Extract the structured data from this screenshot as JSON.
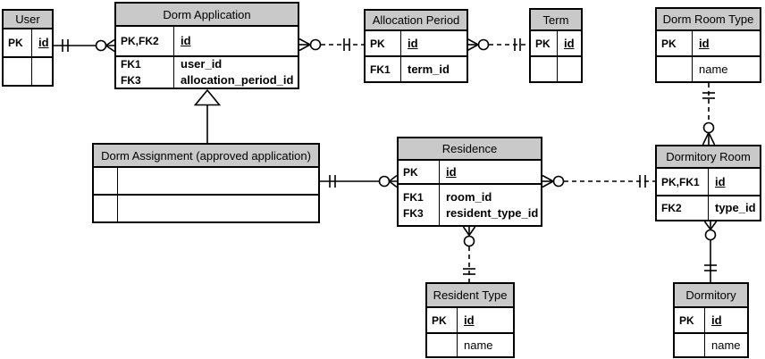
{
  "diagram_type": "entity-relationship-diagram",
  "notation": "crow's foot",
  "colors": {
    "header_fill": "#c9c9c9",
    "border": "#000000",
    "canvas": "#ffffff"
  },
  "entities": {
    "user": {
      "title": "User",
      "pk": {
        "key": "PK",
        "field": "id"
      },
      "attrs": [
        {
          "key": "",
          "field": ""
        }
      ]
    },
    "dorm_application": {
      "title": "Dorm Application",
      "pk": {
        "key": "PK,FK2",
        "field": "id"
      },
      "attrs": [
        {
          "key": "FK1",
          "field": "user_id"
        },
        {
          "key": "FK3",
          "field": "allocation_period_id"
        }
      ]
    },
    "allocation_period": {
      "title": "Allocation Period",
      "pk": {
        "key": "PK",
        "field": "id"
      },
      "attrs": [
        {
          "key": "FK1",
          "field": "term_id"
        }
      ]
    },
    "term": {
      "title": "Term",
      "pk": {
        "key": "PK",
        "field": "id"
      },
      "attrs": [
        {
          "key": "",
          "field": ""
        }
      ]
    },
    "dorm_room_type": {
      "title": "Dorm Room Type",
      "pk": {
        "key": "PK",
        "field": "id"
      },
      "attrs": [
        {
          "key": "",
          "field": "name"
        }
      ]
    },
    "dorm_assignment": {
      "title": "Dorm Assignment (approved application)",
      "pk": {
        "key": "",
        "field": ""
      },
      "attrs": [
        {
          "key": "",
          "field": ""
        }
      ]
    },
    "residence": {
      "title": "Residence",
      "pk": {
        "key": "PK",
        "field": "id"
      },
      "attrs": [
        {
          "key": "FK1",
          "field": "room_id"
        },
        {
          "key": "FK3",
          "field": "resident_type_id"
        }
      ]
    },
    "dormitory_room": {
      "title": "Dormitory Room",
      "pk": {
        "key": "PK,FK1",
        "field": "id"
      },
      "attrs": [
        {
          "key": "FK2",
          "field": "type_id"
        }
      ]
    },
    "resident_type": {
      "title": "Resident Type",
      "pk": {
        "key": "PK",
        "field": "id"
      },
      "attrs": [
        {
          "key": "",
          "field": "name"
        }
      ]
    },
    "dormitory": {
      "title": "Dormitory",
      "pk": {
        "key": "PK",
        "field": "id"
      },
      "attrs": [
        {
          "key": "",
          "field": "name"
        }
      ]
    }
  },
  "relationships": [
    {
      "from": "User",
      "to": "Dorm Application",
      "from_end": "one (double tick)",
      "to_end": "zero-or-many (circle + crow's foot)",
      "line": "solid"
    },
    {
      "from": "Allocation Period",
      "to": "Dorm Application",
      "from_end": "one (double tick)",
      "to_end": "zero-or-many (circle + crow's foot)",
      "line": "dashed"
    },
    {
      "from": "Term",
      "to": "Allocation Period",
      "from_end": "one (double tick)",
      "to_end": "zero-or-many (circle + crow's foot)",
      "line": "dashed"
    },
    {
      "from": "Dorm Room Type",
      "to": "Dormitory Room",
      "from_end": "one (double tick)",
      "to_end": "zero-or-many (circle + crow's foot)",
      "line": "dashed"
    },
    {
      "from": "Dorm Application",
      "to": "Dorm Assignment (approved application)",
      "type": "inheritance (hollow triangle)",
      "line": "solid"
    },
    {
      "from": "Dorm Assignment (approved application)",
      "to": "Residence",
      "from_end": "one (double tick)",
      "to_end": "zero-or-many (circle + crow's foot)",
      "line": "solid"
    },
    {
      "from": "Dormitory Room",
      "to": "Residence",
      "from_end": "one (double tick)",
      "to_end": "zero-or-many (circle + crow's foot)",
      "line": "dashed"
    },
    {
      "from": "Resident Type",
      "to": "Residence",
      "from_end": "one (double tick)",
      "to_end": "zero-or-many (circle + crow's foot)",
      "line": "dashed"
    },
    {
      "from": "Dormitory",
      "to": "Dormitory Room",
      "from_end": "one (double tick)",
      "to_end": "zero-or-many (circle + crow's foot)",
      "line": "solid"
    }
  ]
}
